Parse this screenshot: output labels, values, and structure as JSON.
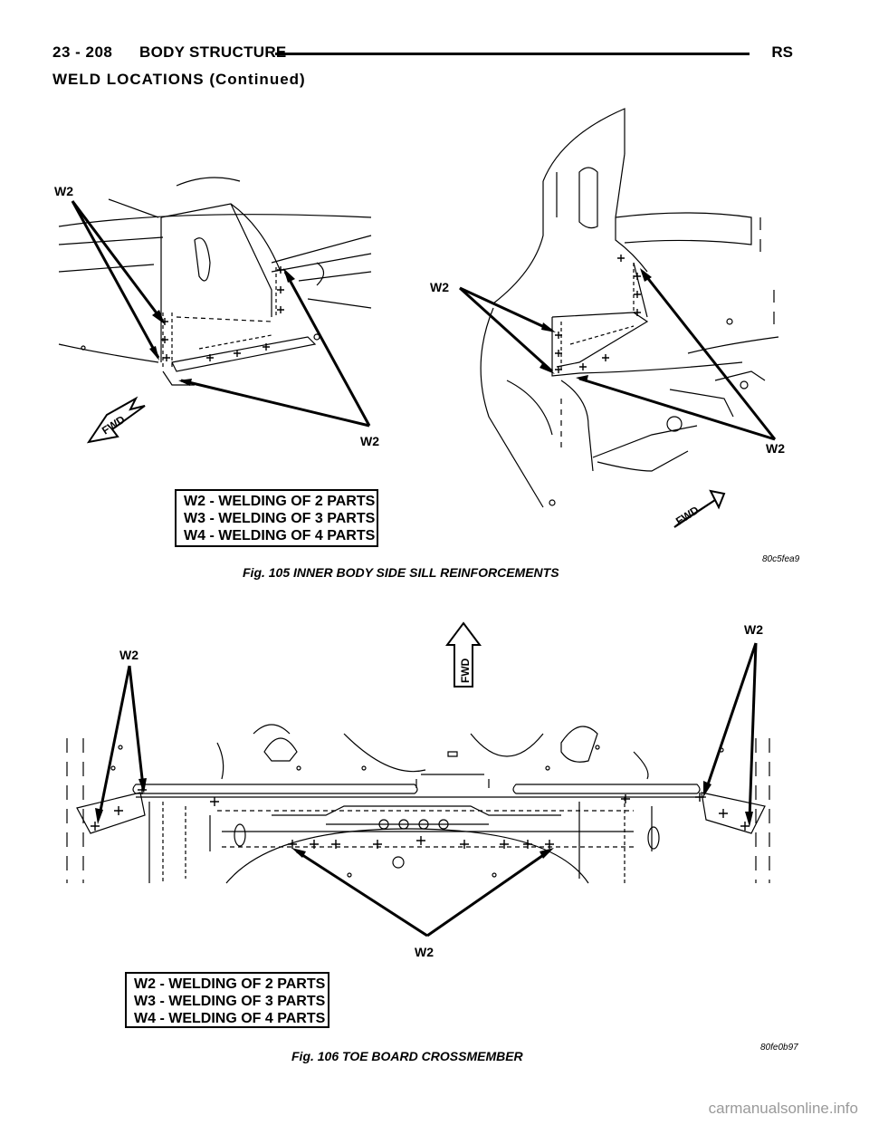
{
  "header": {
    "page_number": "23 - 208",
    "section": "BODY STRUCTURE",
    "model": "RS"
  },
  "section_title": "WELD LOCATIONS (Continued)",
  "figure_105": {
    "caption": "Fig. 105 INNER BODY SIDE SILL REINFORCEMENTS",
    "code": "80c5fea9",
    "weld_label": "W2",
    "fwd_label": "FWD",
    "legend": [
      "W2 - WELDING OF 2 PARTS",
      "W3 - WELDING OF 3 PARTS",
      "W4 - WELDING OF 4 PARTS"
    ]
  },
  "figure_106": {
    "caption": "Fig. 106 TOE BOARD CROSSMEMBER",
    "code": "80fe0b97",
    "weld_label": "W2",
    "fwd_label": "FWD",
    "legend": [
      "W2 - WELDING OF 2 PARTS",
      "W3 - WELDING OF 3 PARTS",
      "W4 - WELDING OF 4 PARTS"
    ]
  },
  "watermark": "carmanualsonline.info"
}
